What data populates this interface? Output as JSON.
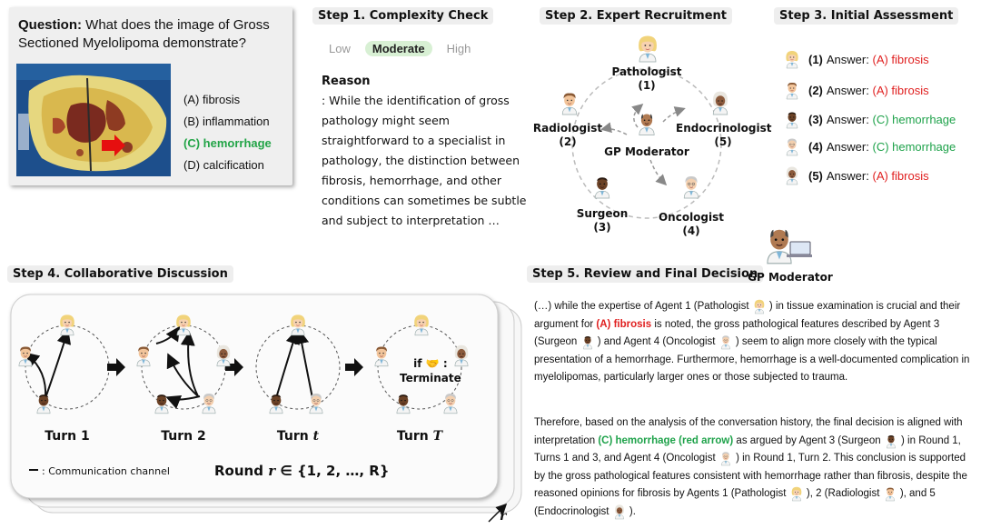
{
  "question": {
    "label": "Question:",
    "text": "What does the image of Gross Sectioned Myelolipoma demonstrate?",
    "options": [
      {
        "text": "(A) fibrosis",
        "correct": false
      },
      {
        "text": "(B) inflammation",
        "correct": false
      },
      {
        "text": "(C) hemorrhage",
        "correct": true
      },
      {
        "text": "(D) calcification",
        "correct": false
      }
    ]
  },
  "step1": {
    "title": "Step 1. Complexity Check",
    "levels": [
      "Low",
      "Moderate",
      "High"
    ],
    "selected_level": "Moderate",
    "reason_heading": "Reason",
    "reason_text": ": While the identification of gross pathology might seem straightforward to a specialist in pathology, the distinction between fibrosis, hemorrhage, and other conditions can sometimes be subtle and subject to interpretation …"
  },
  "step2": {
    "title": "Step 2. Expert Recruitment",
    "moderator": "GP Moderator",
    "agents": [
      {
        "name": "Pathologist",
        "num": "(1)"
      },
      {
        "name": "Radiologist",
        "num": "(2)"
      },
      {
        "name": "Surgeon",
        "num": "(3)"
      },
      {
        "name": "Oncologist",
        "num": "(4)"
      },
      {
        "name": "Endocrinologist",
        "num": "(5)"
      }
    ]
  },
  "step3": {
    "title": "Step 3. Initial Assessment",
    "answers": [
      {
        "num": "(1)",
        "prefix": "Answer:",
        "answer": "(A) fibrosis",
        "color": "#e02020"
      },
      {
        "num": "(2)",
        "prefix": "Answer:",
        "answer": "(A) fibrosis",
        "color": "#e02020"
      },
      {
        "num": "(3)",
        "prefix": "Answer:",
        "answer": "(C) hemorrhage",
        "color": "#1ea24a"
      },
      {
        "num": "(4)",
        "prefix": "Answer:",
        "answer": "(C) hemorrhage",
        "color": "#1ea24a"
      },
      {
        "num": "(5)",
        "prefix": "Answer:",
        "answer": "(A) fibrosis",
        "color": "#e02020"
      }
    ]
  },
  "step4": {
    "title": "Step 4. Collaborative Discussion",
    "turns": [
      "Turn 1",
      "Turn 2",
      "Turn ",
      "Turn "
    ],
    "turn_vars": [
      "",
      "",
      "t",
      "T"
    ],
    "terminate_if": "if",
    "terminate_label": "Terminate",
    "legend_text": ": Communication channel",
    "round_prefix": "Round ",
    "round_var": "r",
    "round_set": " ∈ {1, 2, …, R}",
    "stack_var": "r"
  },
  "step5": {
    "title": "Step 5. Review and Final Decision",
    "moderator": "GP Moderator",
    "p1": {
      "a": "(…) while the expertise of Agent 1 (Pathologist",
      "b": ") in tissue examination is crucial and their argument for",
      "c": "(A) fibrosis",
      "d": "is noted, the gross pathological features described by Agent 3 (Surgeon",
      "e": ") and Agent 4 (Oncologist",
      "f": ") seem to align more closely with the typical presentation of a hemorrhage. Furthermore, hemorrhage is a well-documented complication in myelolipomas, particularly larger ones or those subjected to trauma."
    },
    "p2": {
      "a": "Therefore, based on the analysis of the conversation history, the final decision is aligned with interpretation",
      "b": "(C) hemorrhage (red arrow)",
      "c": "as argued by Agent 3 (Surgeon",
      "d": ") in Round 1, Turns 1 and 3, and Agent 4 (Oncologist",
      "e": ") in Round 1, Turn 2. This conclusion is supported by the gross pathological features consistent with hemorrhage rather than fibrosis, despite the reasoned opinions for fibrosis by Agents 1 (Pathologist",
      "f": "), 2 (Radiologist",
      "g": "), and 5 (Endocrinologist",
      "h": ")."
    }
  },
  "colors": {
    "correct": "#1ea24a",
    "wrong": "#e02020",
    "selected_bg": "#d8f0d4",
    "title_bg": "#eeeeee"
  }
}
